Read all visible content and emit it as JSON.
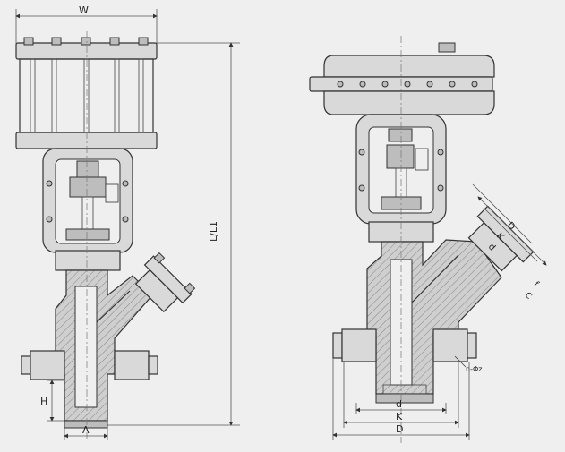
{
  "left_view": {
    "labels": {
      "width": "W",
      "height_total": "L/L1",
      "height_bottom": "H",
      "spacing": "A"
    }
  },
  "right_view": {
    "labels": {
      "inner_d": "d",
      "bolt_circle": "K",
      "outer_d": "D",
      "flange_thickness": "C",
      "raised_face": "f",
      "bolts": "n-Φz",
      "side_d": "d",
      "side_k": "K",
      "side_D": "D",
      "side_f": "f",
      "side_c": "C"
    }
  }
}
